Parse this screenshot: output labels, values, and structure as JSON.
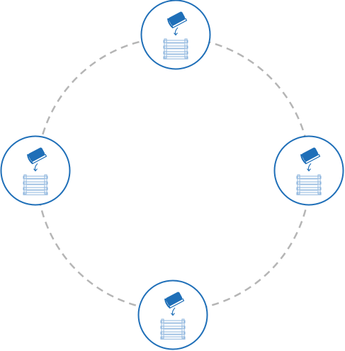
{
  "diagram": {
    "layout": "ring",
    "colors": {
      "ring": "#b5b5b5",
      "node_border": "#1f6fb8",
      "node_fill": "#ffffff",
      "icon_primary": "#1f6fb8",
      "icon_light": "#8cb4dd"
    },
    "nodes": [
      {
        "id": "node-top",
        "icon": "data-transfer-icon"
      },
      {
        "id": "node-left",
        "icon": "data-transfer-icon"
      },
      {
        "id": "node-right",
        "icon": "data-transfer-icon"
      },
      {
        "id": "node-bottom",
        "icon": "data-transfer-icon"
      }
    ]
  }
}
